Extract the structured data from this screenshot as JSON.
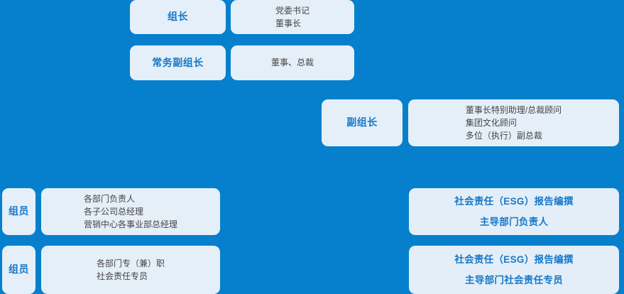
{
  "background_color": "#0680cd",
  "card_color": "#e3eef8",
  "role_text_color": "#1678c8",
  "detail_text_color": "#444444",
  "rows": [
    {
      "role": "组长",
      "details": [
        "党委书记",
        "董事长"
      ]
    },
    {
      "role": "常务副组长",
      "details": [
        "董事、总裁"
      ]
    },
    {
      "role": "副组长",
      "details": [
        "董事长特别助理/总裁顾问",
        "集团文化顾问",
        "多位（执行）副总裁"
      ]
    },
    {
      "role": "组员",
      "details": [
        "各部门负责人",
        "各子公司总经理",
        "营销中心各事业部总经理"
      ],
      "esg": [
        "社会责任（ESG）报告编撰",
        "主导部门负责人"
      ]
    },
    {
      "role": "组员",
      "details": [
        "各部门专（兼）职",
        "社会责任专员"
      ],
      "esg": [
        "社会责任（ESG）报告编撰",
        "主导部门社会责任专员"
      ]
    }
  ]
}
